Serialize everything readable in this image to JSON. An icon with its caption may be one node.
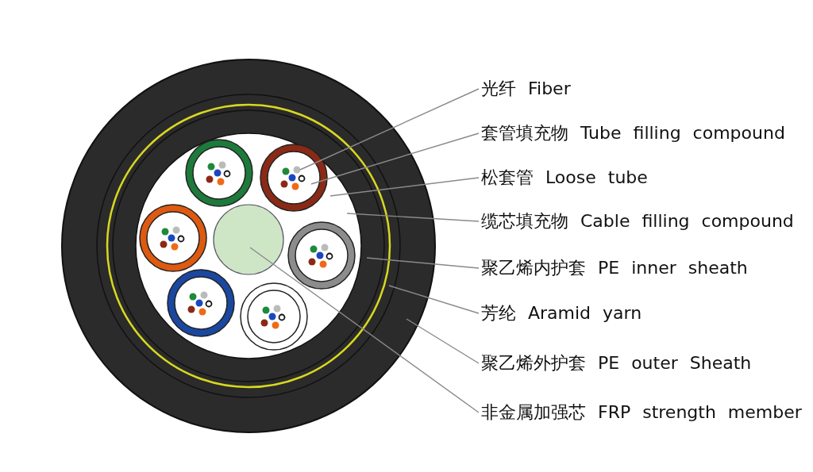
{
  "diagram": {
    "nodes": [
      {
        "text": [
          "光纤 Fiber"
        ]
      },
      {
        "text": [
          "套管填充物 Tube filling compound"
        ]
      },
      {
        "text": [
          "松套管 Loose tube"
        ]
      },
      {
        "text": [
          "缆芯填充物 Cable filling compound"
        ]
      },
      {
        "text": [
          "聚乙烯内护套 PE inner sheath"
        ]
      },
      {
        "text": [
          "芳纶 Aramid yarn"
        ]
      },
      {
        "text": [
          "聚乙烯外护套 PE outer Sheath"
        ]
      },
      {
        "text": [
          "非金属加强芯 FRP strength member"
        ]
      }
    ],
    "edges": [
      {
        "from": 0,
        "to": null,
        "arrow": "none"
      },
      {
        "from": 1,
        "to": null,
        "arrow": "none"
      },
      {
        "from": 2,
        "to": null,
        "arrow": "none"
      },
      {
        "from": 3,
        "to": null,
        "arrow": "none"
      },
      {
        "from": 4,
        "to": null,
        "arrow": "none"
      },
      {
        "from": 5,
        "to": null,
        "arrow": "none"
      },
      {
        "from": 6,
        "to": null,
        "arrow": "none"
      },
      {
        "from": 7,
        "to": null,
        "arrow": "none"
      }
    ]
  }
}
